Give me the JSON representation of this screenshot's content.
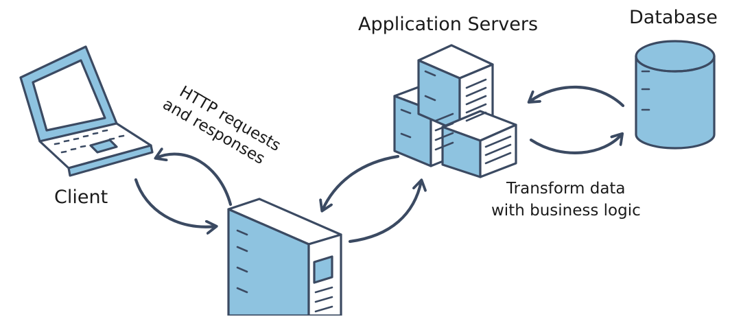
{
  "nodes": {
    "client": {
      "label": "Client",
      "icon": "laptop-icon"
    },
    "web_server": {
      "label": "",
      "icon": "server-tower-icon"
    },
    "app_servers": {
      "label": "Application Servers",
      "icon": "server-stack-icon"
    },
    "database": {
      "label": "Database",
      "icon": "database-cylinder-icon"
    }
  },
  "edges": {
    "client_web": {
      "label_line1": "HTTP requests",
      "label_line2": "and responses"
    },
    "app_db": {
      "label_line1": "Transform data",
      "label_line2": "with business logic"
    }
  },
  "colors": {
    "fill": "#8ec3e0",
    "stroke": "#3b4a62"
  }
}
